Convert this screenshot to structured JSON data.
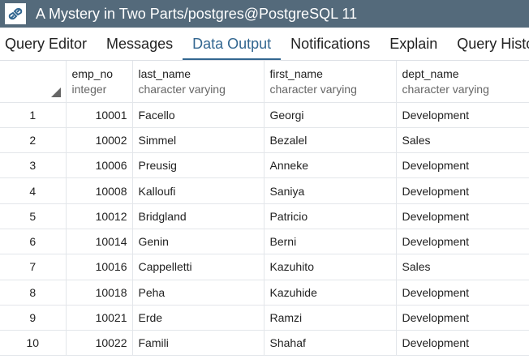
{
  "titlebar": {
    "icon": "connection-icon",
    "title": "A Mystery in Two Parts/postgres@PostgreSQL 11"
  },
  "tabs": [
    {
      "label": "Query Editor",
      "active": false
    },
    {
      "label": "Messages",
      "active": false
    },
    {
      "label": "Data Output",
      "active": true
    },
    {
      "label": "Notifications",
      "active": false
    },
    {
      "label": "Explain",
      "active": false
    },
    {
      "label": "Query Histor",
      "active": false
    }
  ],
  "columns": [
    {
      "name": "emp_no",
      "type": "integer"
    },
    {
      "name": "last_name",
      "type": "character varying"
    },
    {
      "name": "first_name",
      "type": "character varying"
    },
    {
      "name": "dept_name",
      "type": "character varying"
    }
  ],
  "rows": [
    {
      "n": "1",
      "emp_no": "10001",
      "last_name": "Facello",
      "first_name": "Georgi",
      "dept_name": "Development"
    },
    {
      "n": "2",
      "emp_no": "10002",
      "last_name": "Simmel",
      "first_name": "Bezalel",
      "dept_name": "Sales"
    },
    {
      "n": "3",
      "emp_no": "10006",
      "last_name": "Preusig",
      "first_name": "Anneke",
      "dept_name": "Development"
    },
    {
      "n": "4",
      "emp_no": "10008",
      "last_name": "Kalloufi",
      "first_name": "Saniya",
      "dept_name": "Development"
    },
    {
      "n": "5",
      "emp_no": "10012",
      "last_name": "Bridgland",
      "first_name": "Patricio",
      "dept_name": "Development"
    },
    {
      "n": "6",
      "emp_no": "10014",
      "last_name": "Genin",
      "first_name": "Berni",
      "dept_name": "Development"
    },
    {
      "n": "7",
      "emp_no": "10016",
      "last_name": "Cappelletti",
      "first_name": "Kazuhito",
      "dept_name": "Sales"
    },
    {
      "n": "8",
      "emp_no": "10018",
      "last_name": "Peha",
      "first_name": "Kazuhide",
      "dept_name": "Development"
    },
    {
      "n": "9",
      "emp_no": "10021",
      "last_name": "Erde",
      "first_name": "Ramzi",
      "dept_name": "Development"
    },
    {
      "n": "10",
      "emp_no": "10022",
      "last_name": "Famili",
      "first_name": "Shahaf",
      "dept_name": "Development"
    }
  ]
}
